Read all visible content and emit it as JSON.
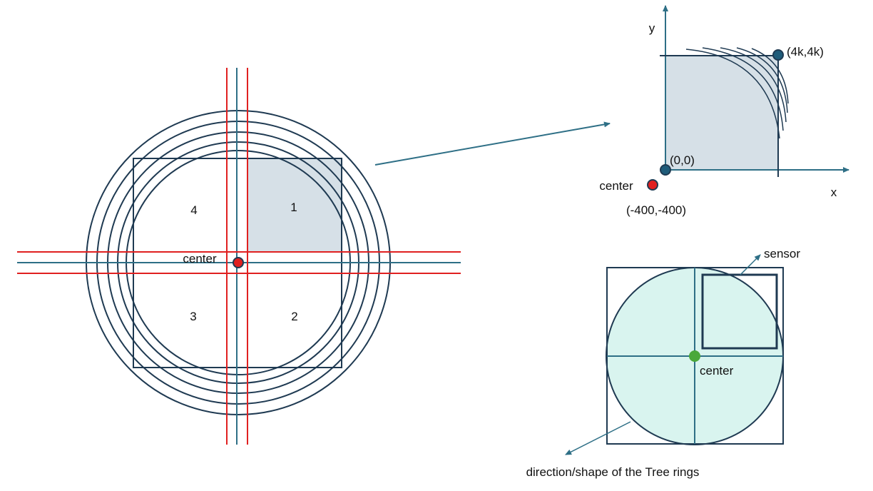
{
  "colors": {
    "line_dark": "#1f3a52",
    "line_teal": "#2e6f86",
    "line_red": "#e02020",
    "quadrant_fill": "#d6e0e7",
    "sensor_circle_fill": "#d9f4ef",
    "marker_blue": "#1f5c7a",
    "marker_red": "#e02020",
    "marker_green": "#4aa83a"
  },
  "left_diagram": {
    "quadrant_labels": [
      "1",
      "2",
      "3",
      "4"
    ],
    "center_label": "center"
  },
  "top_right_diagram": {
    "y_axis_label": "y",
    "x_axis_label": "x",
    "origin_label": "(0,0)",
    "corner_label": "(4k,4k)",
    "center_label": "center",
    "center_coords_label": "(-400,-400)"
  },
  "bottom_right_diagram": {
    "sensor_label": "sensor",
    "center_label": "center",
    "rings_label": "direction/shape of the Tree rings"
  }
}
